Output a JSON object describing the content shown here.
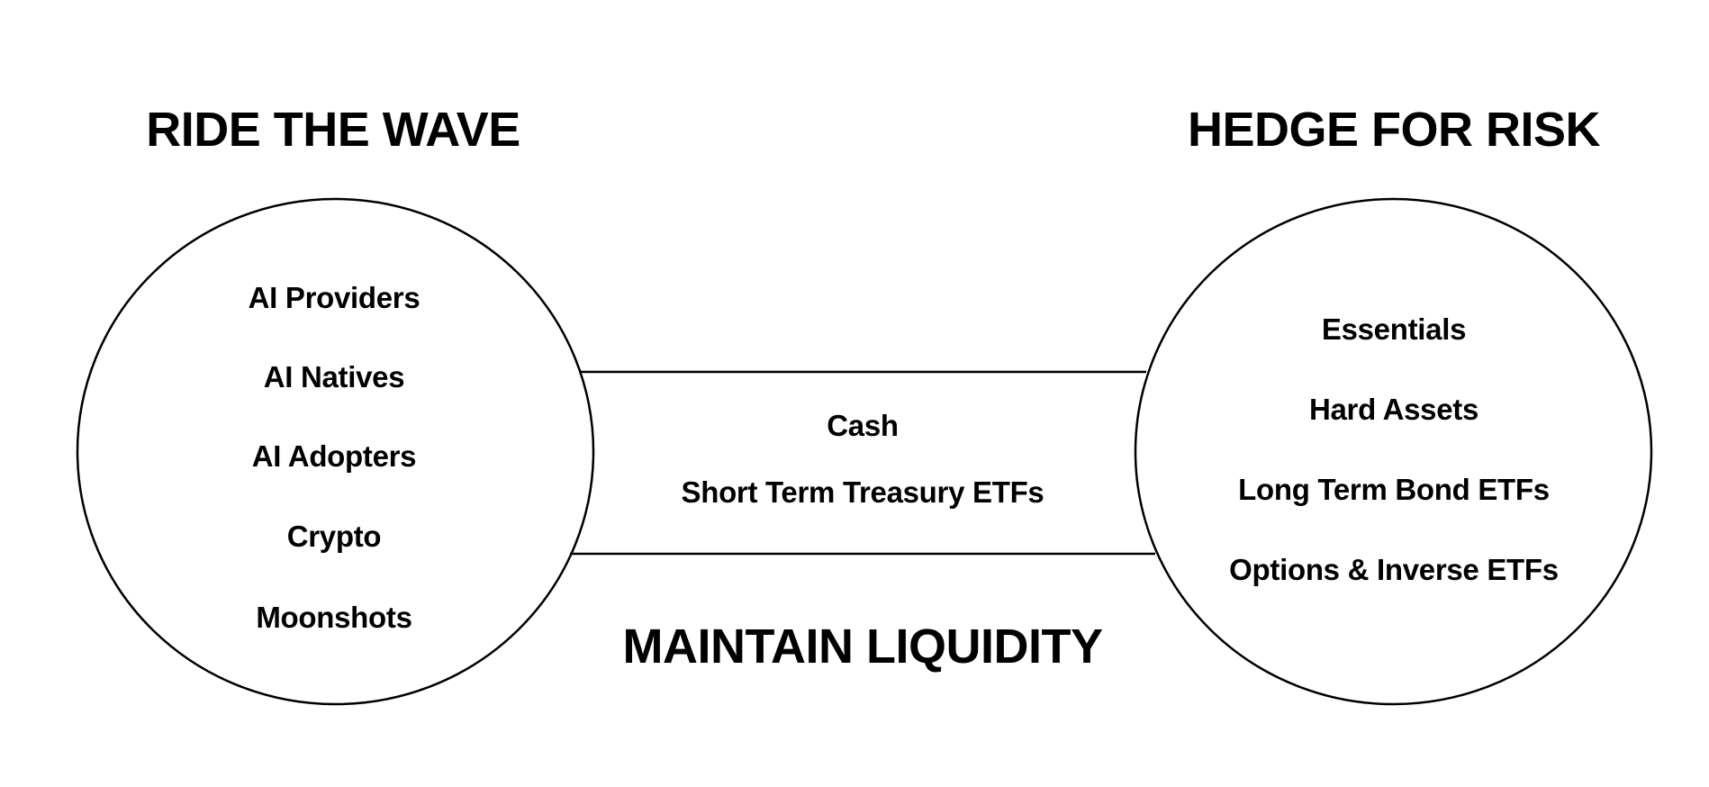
{
  "diagram": {
    "stroke_color": "#000000",
    "background_color": "#ffffff",
    "left_group": {
      "title": "RIDE THE WAVE",
      "items": [
        "AI Providers",
        "AI Natives",
        "AI Adopters",
        "Crypto",
        "Moonshots"
      ]
    },
    "right_group": {
      "title": "HEDGE FOR RISK",
      "items": [
        "Essentials",
        "Hard Assets",
        "Long Term Bond ETFs",
        "Options & Inverse ETFs"
      ]
    },
    "bridge": {
      "title": "MAINTAIN LIQUIDITY",
      "items": [
        "Cash",
        "Short Term Treasury ETFs"
      ]
    }
  }
}
